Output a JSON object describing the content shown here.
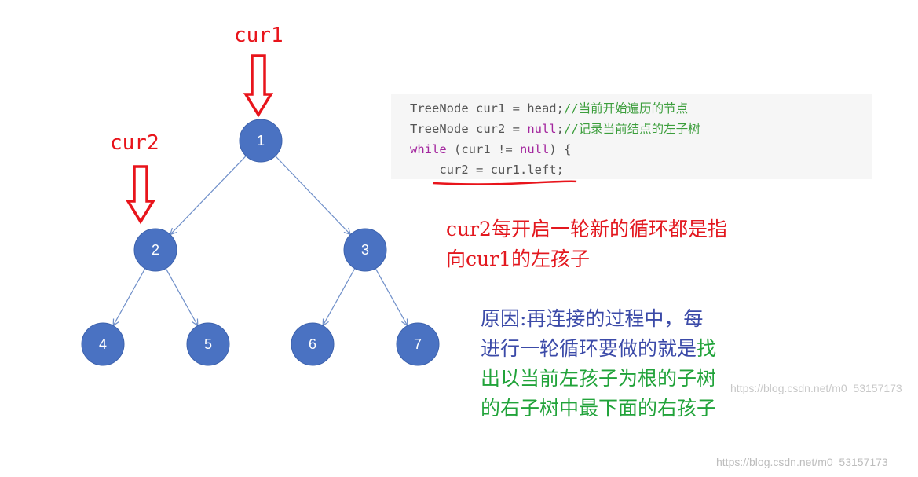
{
  "tree": {
    "nodes": [
      {
        "id": "1",
        "label": "1"
      },
      {
        "id": "2",
        "label": "2"
      },
      {
        "id": "3",
        "label": "3"
      },
      {
        "id": "4",
        "label": "4"
      },
      {
        "id": "5",
        "label": "5"
      },
      {
        "id": "6",
        "label": "6"
      },
      {
        "id": "7",
        "label": "7"
      }
    ],
    "edges": [
      [
        "1",
        "2"
      ],
      [
        "1",
        "3"
      ],
      [
        "2",
        "4"
      ],
      [
        "2",
        "5"
      ],
      [
        "3",
        "6"
      ],
      [
        "3",
        "7"
      ]
    ],
    "node_color": "#4a72c2",
    "edge_color": "#6f8fc9"
  },
  "pointers": {
    "cur1": {
      "label": "cur1",
      "target": "1"
    },
    "cur2": {
      "label": "cur2",
      "target": "2"
    },
    "arrow_color": "#e8141b"
  },
  "code": {
    "line1_code": "TreeNode cur1 = head;",
    "line1_comment": "//当前开始遍历的节点",
    "line2_code_a": "TreeNode cur2 = ",
    "line2_null": "null",
    "line2_semi": ";",
    "line2_comment": "//记录当前结点的左子树",
    "line3_kw": "while",
    "line3_a": " (cur1 != ",
    "line3_null": "null",
    "line3_b": ") {",
    "line4": "    cur2 = cur1.left;"
  },
  "notes": {
    "red_line1": "cur2每开启一轮新的循环都是指",
    "red_line2": "向cur1的左孩子",
    "blue_line1": "原因:再连接的过程中，每",
    "blue_line2": "进行一轮循环要做的就是",
    "green_line2_tail": "找",
    "green_line3": "出以当前左孩子为根的子树",
    "green_line4": "的右子树中最下面的右孩子"
  },
  "watermarks": {
    "mid": "https://blog.csdn.net/m0_53157173",
    "bottom": "https://blog.csdn.net/m0_53157173"
  }
}
